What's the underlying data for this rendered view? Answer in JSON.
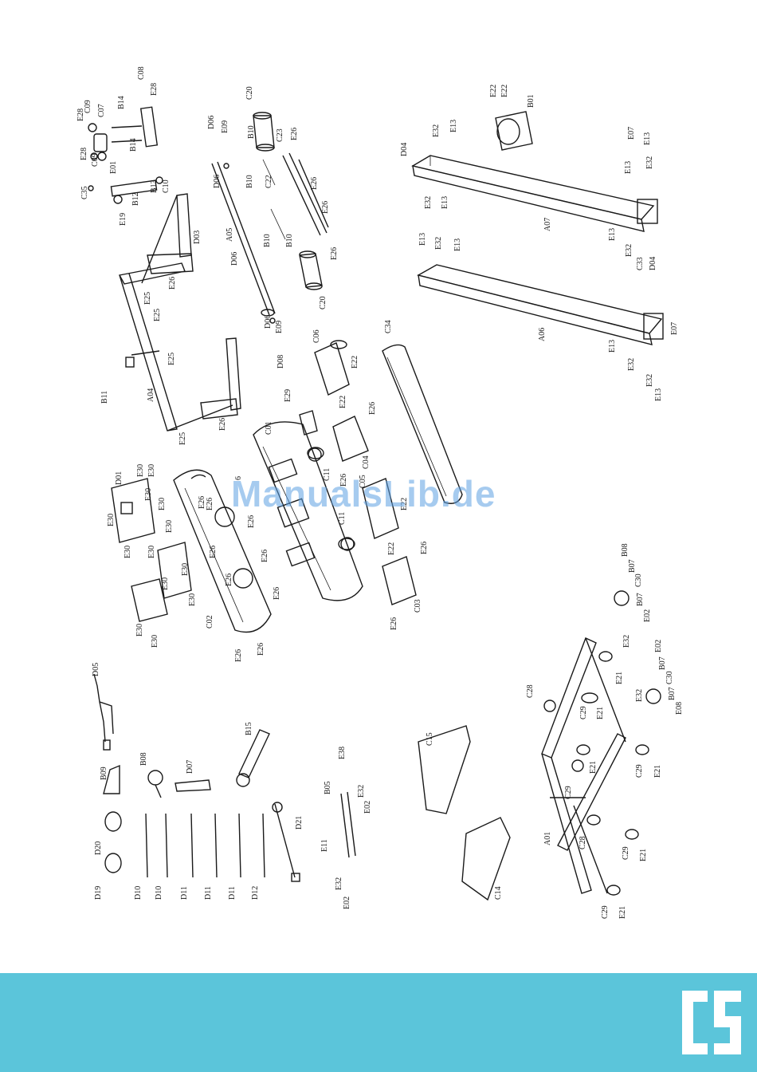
{
  "watermark": "ManualsLib.de",
  "brand": {
    "logo_text": "CS"
  },
  "colors": {
    "footer": "#5bc5da",
    "ink": "#1a1a1a",
    "watermark": "#5ca0e1"
  },
  "labels": {
    "c08": "C08",
    "e28a": "E28",
    "c09a": "C09",
    "c07": "C07",
    "b14a": "B14",
    "e28b": "E28",
    "e28c": "E28",
    "c09b": "C09",
    "b14b": "B14",
    "e01": "E01",
    "c35": "C35",
    "b13": "B13",
    "c10": "C10",
    "b12": "B12",
    "e19": "E19",
    "d03": "D03",
    "e26a": "E26",
    "e25a": "E25",
    "e25b": "E25",
    "e25c": "E25",
    "a04": "A04",
    "b11": "B11",
    "e26b": "E26",
    "e25d": "E25",
    "d06a": "D06",
    "e09a": "E09",
    "d06b": "D06",
    "a05": "A05",
    "d06c": "D06",
    "d06d": "D06",
    "e09b": "E09",
    "b10a": "B10",
    "b10b": "B10",
    "b10c": "B10",
    "b10d": "B10",
    "c22": "C22",
    "c20a": "C20",
    "c23": "C23",
    "e26c": "E26",
    "e26d": "E26",
    "e26e": "E26",
    "e26f": "E26",
    "c20b": "C20",
    "d08": "D08",
    "e29": "E29",
    "c06": "C06",
    "e22a": "E22",
    "e22b": "E22",
    "c01": "C01",
    "c11a": "C11",
    "c04": "C04",
    "e26g": "E26",
    "e26h": "E26",
    "c05": "C05",
    "e22c": "E22",
    "e22d": "E22",
    "c11b": "C11",
    "c03": "C03",
    "e26i": "E26",
    "e26j": "E26",
    "c34": "C34",
    "d04a": "D04",
    "e32a": "E32",
    "e13a": "E13",
    "e32b": "E32",
    "e13b": "E13",
    "e22e": "E22",
    "e22f": "E22",
    "b01": "B01",
    "a07": "A07",
    "e07a": "E07",
    "e13c": "E13",
    "e32c": "E32",
    "e13d": "E13",
    "e13e": "E13",
    "e32d": "E32",
    "c33": "C33",
    "d04b": "D04",
    "e13f": "E13",
    "e32e": "E32",
    "e13g": "E13",
    "a06": "A06",
    "e13h": "E13",
    "e32f": "E32",
    "e32g": "E32",
    "e13i": "E13",
    "e07b": "E07",
    "d01": "D01",
    "e30a": "E30",
    "e30b": "E30",
    "e30c": "E30",
    "e30d": "E30",
    "e30e": "E30",
    "e30f": "E30",
    "e30g": "E30",
    "e30h": "E30",
    "e30i": "E30",
    "e30j": "E30",
    "e30k": "E30",
    "e30l": "E30",
    "e30m": "E30",
    "c02": "C02",
    "e26k": "E26",
    "e26l": "E26",
    "e26m": "E26",
    "e26n": "E26",
    "e26o": "E26",
    "e26p": "E26",
    "e26q": "E26",
    "e26r": "E26",
    "e26s": "E26",
    "d05": "D05",
    "b09": "B09",
    "b08": "B08",
    "d07": "D07",
    "b15": "B15",
    "d20": "D20",
    "d19": "D19",
    "d10a": "D10",
    "d10b": "D10",
    "d11a": "D11",
    "d11b": "D11",
    "d11c": "D11",
    "d12": "D12",
    "d21": "D21",
    "e38": "E38",
    "b05": "B05",
    "e32h": "E32",
    "e02a": "E02",
    "e11": "E11",
    "e32i": "E32",
    "e02b": "E02",
    "c15": "C15",
    "c14": "C14",
    "b08b": "B08",
    "b07a": "B07",
    "c30a": "C30",
    "b07b": "B07",
    "e02c": "E02",
    "e32j": "E32",
    "e02d": "E02",
    "b07c": "B07",
    "c30b": "C30",
    "e32k": "E32",
    "b07d": "B07",
    "e08": "E08",
    "e21a": "E21",
    "c28a": "C28",
    "c29a": "C29",
    "e21b": "E21",
    "c29b": "C29",
    "e21c": "E21",
    "c29c": "C29",
    "e21d": "E21",
    "c29d": "C29",
    "c28b": "C28",
    "a01": "A01",
    "c29e": "C29",
    "e21e": "E21",
    "c29f": "C29",
    "e21f": "E21",
    "six": "6"
  }
}
